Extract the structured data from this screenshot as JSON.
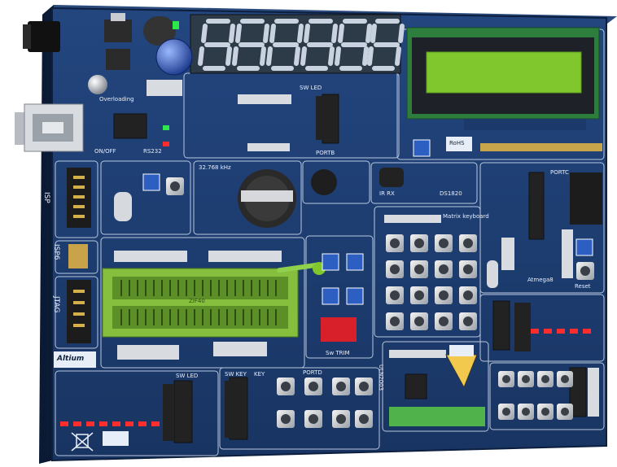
{
  "colors": {
    "pcb": "#1b3a6b",
    "pcb_dark": "#0f2447",
    "silk": "#e8eef8",
    "segment": "#c9d3df",
    "lcd_green": "#7fc72c",
    "zif_green": "#86bf3e",
    "button_blue": "#2a5fb8",
    "dip_red": "#d8202a"
  },
  "labels": {
    "display_section": "SW LED",
    "usb": "RS232",
    "power": "ON/OFF",
    "isp": "ISP",
    "isp6": "ISP6",
    "jtag": "JTAG",
    "overloading": "Overloading",
    "crystal": "32.768 kHz",
    "ir": "IR RX",
    "ds1820": "DS1820",
    "keyboard": "Matrix keyboard",
    "sw_trim": "Sw TRIM",
    "atmega": "Atmega8",
    "reset": "Reset",
    "brand": "Altium",
    "rohs": "RoHS",
    "sw_key": "SW KEY",
    "sw_led": "SW LED",
    "portd": "PORTD",
    "portb": "PORTB",
    "portc": "PORTC",
    "key": "KEY",
    "zif": "ZIF40",
    "uln": "ULN2003"
  },
  "icons": {
    "usb_connector": "usb-b-icon",
    "warning": "esd-warning-icon",
    "recycle": "weee-bin-icon"
  }
}
